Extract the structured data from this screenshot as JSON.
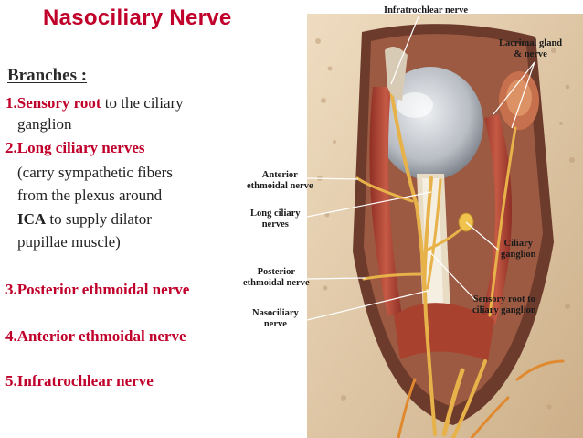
{
  "title": "Nasociliary  Nerve",
  "branches_heading": "Branches :",
  "branches": [
    {
      "number": "1.",
      "name": "Sensory root",
      "rest": " to the ciliary",
      "cont": "ganglion"
    },
    {
      "number": "2.",
      "name": "Long ciliary nerves",
      "desc_lines": [
        "(carry sympathetic fibers",
        "from the plexus around"
      ],
      "ica": "ICA",
      "ica_rest": " to supply dilator",
      "last_line": "pupillae muscle)"
    },
    {
      "number": "3.",
      "name": "Posterior ethmoidal nerve"
    },
    {
      "number": "4.",
      "name": "Anterior ethmoidal nerve"
    },
    {
      "number": "5.",
      "name": "Infratrochlear nerve"
    }
  ],
  "labels": {
    "infratrochlear": "Infratrochlear nerve",
    "lacrimal_1": "Lacrimal gland",
    "lacrimal_2": "& nerve",
    "anterior_1": "Anterior",
    "anterior_2": "ethmoidal nerve",
    "long_ciliary_1": "Long ciliary",
    "long_ciliary_2": "nerves",
    "ciliary_ganglion_1": "Ciliary",
    "ciliary_ganglion_2": "ganglion",
    "posterior_1": "Posterior",
    "posterior_2": "ethmoidal nerve",
    "sensory_root_1": "Sensory root to",
    "sensory_root_2": "ciliary ganglion",
    "nasociliary_1": "Nasociliary",
    "nasociliary_2": "nerve"
  },
  "colors": {
    "title": "#c0002a",
    "branch_red": "#c0002a",
    "nerve": "#e8b24a",
    "muscle": "#b84a3a",
    "bone": "#e9d6b8"
  }
}
